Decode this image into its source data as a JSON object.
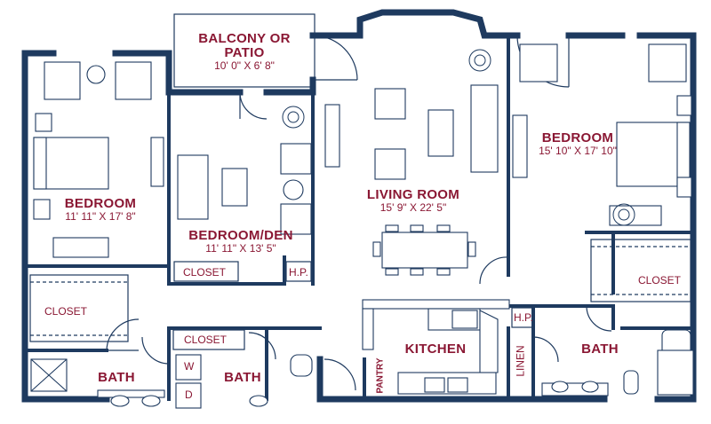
{
  "rooms": {
    "balcony": {
      "name_line1": "BALCONY OR",
      "name_line2": "PATIO",
      "dims": "10' 0\" X 6' 8\""
    },
    "bedroom_left": {
      "name": "BEDROOM",
      "dims": "11' 11\" X 17' 8\""
    },
    "bedroom_den": {
      "name": "BEDROOM/DEN",
      "dims": "11' 11\" X 13' 5\""
    },
    "living_room": {
      "name": "LIVING ROOM",
      "dims": "15' 9\" X 22' 5\""
    },
    "bedroom_right": {
      "name": "BEDROOM",
      "dims": "15' 10\" X 17' 10\""
    },
    "kitchen": {
      "name": "KITCHEN"
    },
    "bath_left": {
      "name": "BATH"
    },
    "bath_middle": {
      "name": "BATH"
    },
    "bath_right": {
      "name": "BATH"
    }
  },
  "small_labels": {
    "closet_left": "CLOSET",
    "closet_den": "CLOSET",
    "closet_middle": "CLOSET",
    "closet_right": "CLOSET",
    "hp_den": "H.P.",
    "hp_right": "H.P.",
    "pantry": "PANTRY",
    "linen": "LINEN",
    "washer": "W",
    "dryer": "D"
  },
  "colors": {
    "wall": "#1e3a5f",
    "label": "#8a1733",
    "fixture": "#1e3a5f"
  }
}
